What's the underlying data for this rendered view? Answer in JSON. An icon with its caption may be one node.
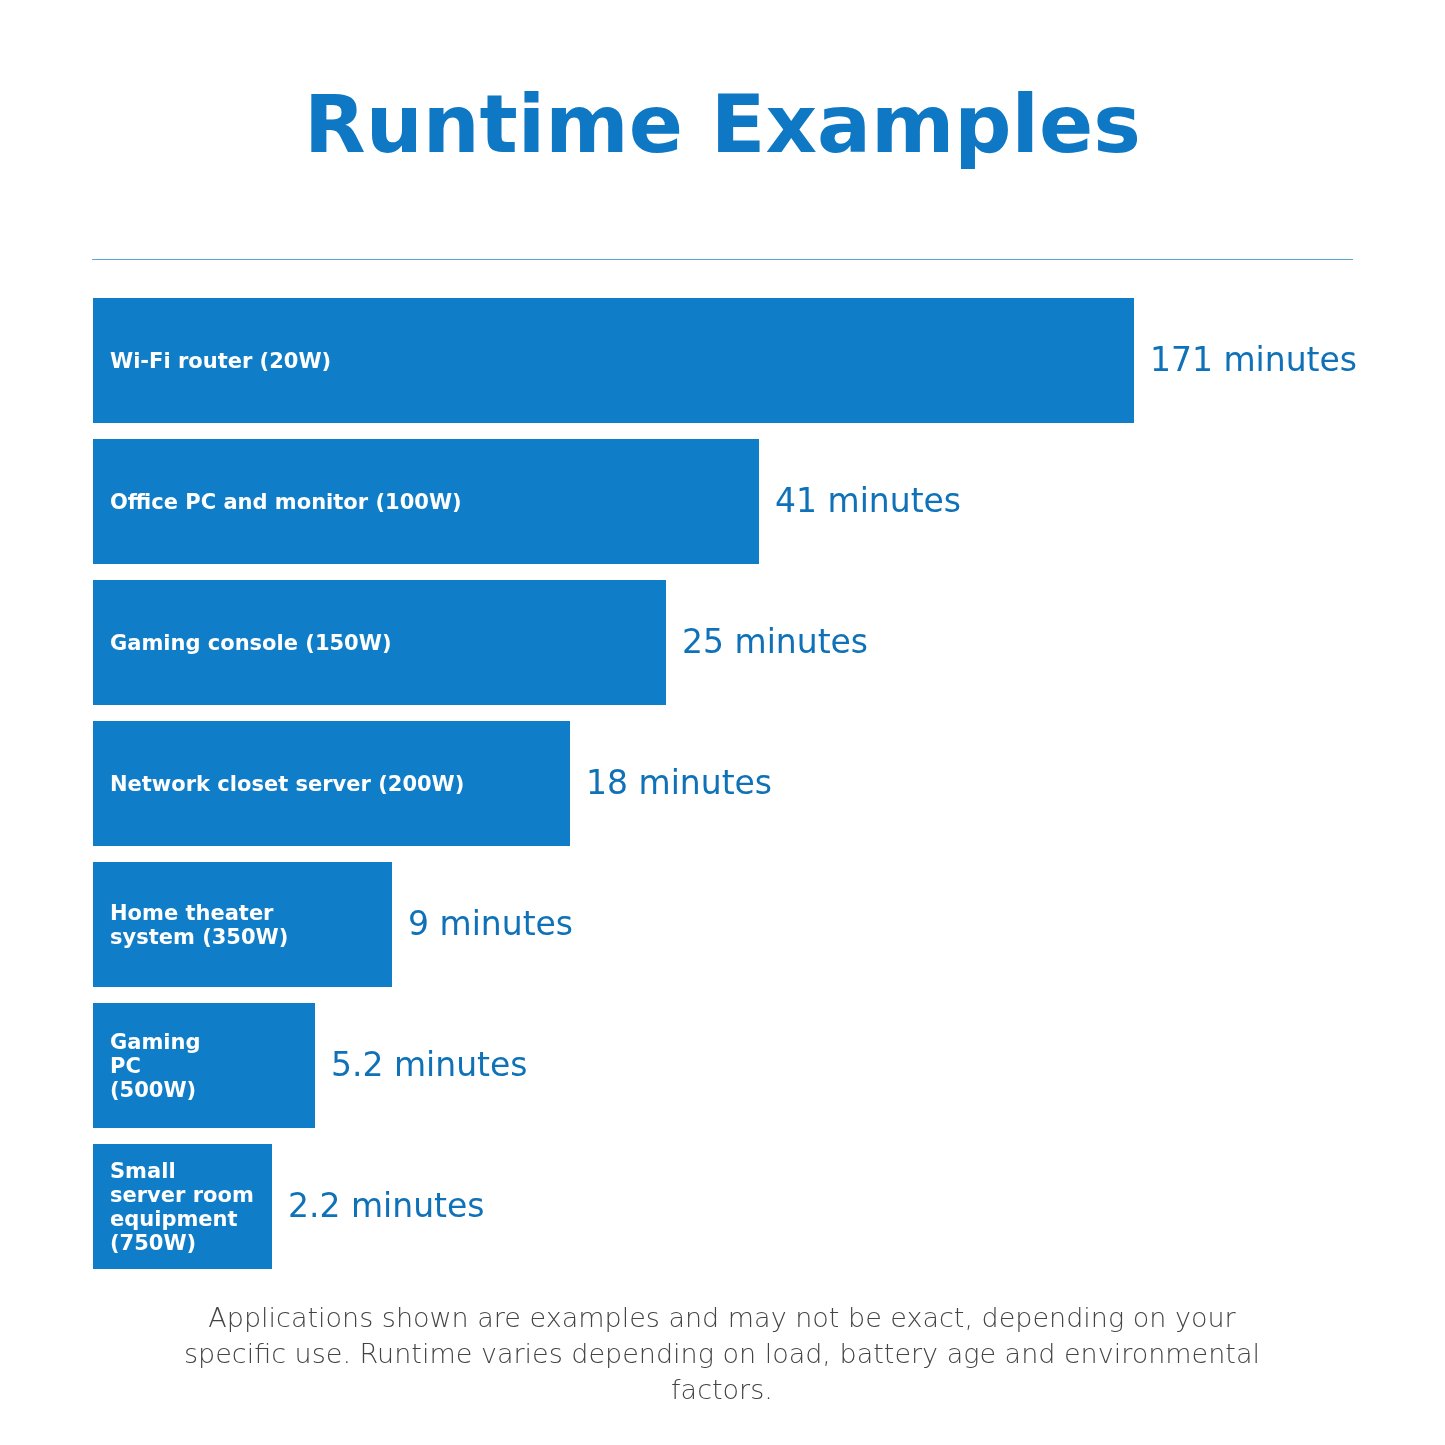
{
  "diagram": {
    "title": "Runtime Examples",
    "nodes": [
      {
        "text": [
          "Wi-Fi router (20W)"
        ],
        "beside": [
          "171 minutes"
        ]
      },
      {
        "text": [
          "Office PC and monitor (100W)"
        ],
        "beside": [
          "41 minutes"
        ]
      },
      {
        "text": [
          "Gaming console (150W)"
        ],
        "beside": [
          "25 minutes"
        ]
      },
      {
        "text": [
          "Network closet server (200W)"
        ],
        "beside": [
          "18 minutes"
        ]
      },
      {
        "text": [
          "Home theater system (350W)"
        ],
        "beside": [
          "9 minutes"
        ]
      },
      {
        "text": [
          "Gaming PC (500W)"
        ],
        "beside": [
          "5.2 minutes"
        ]
      },
      {
        "text": [
          "Small server room equipment (750W)"
        ],
        "beside": [
          "2.2 minutes"
        ]
      }
    ],
    "caption": "Applications shown are examples and may not be exact, depending on your specific use. Runtime varies depending on load, battery age and environmental factors."
  }
}
